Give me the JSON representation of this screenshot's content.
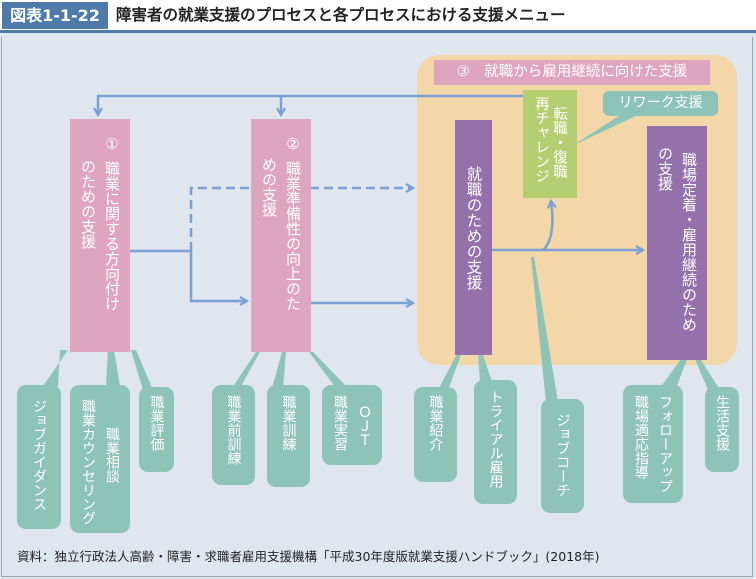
{
  "header": {
    "figure_label": "図表1-1-22",
    "title": "障害者の就業支援のプロセスと各プロセスにおける支援メニュー"
  },
  "colors": {
    "header_blue": "#4d7aa9",
    "background": "#dfe6ee",
    "pink": "#dea6be",
    "purple": "#9471ab",
    "green": "#b6ce72",
    "teal": "#8ec3b8",
    "orange_area": "#f3d7a8",
    "arrow_blue": "#7c9fd6"
  },
  "phase1": {
    "number": "①",
    "line1": "職業に関する方向付け",
    "line2": "のための支援"
  },
  "phase2": {
    "number": "②",
    "line1": "職業準備性の向上のた",
    "line2": "めの支援"
  },
  "phase3": {
    "header": "③　就職から雇用継続に向けた支援",
    "employment_support": "就職のための支援",
    "rechallenge": {
      "line1": "転職・復職",
      "line2": "再チャレンジ"
    },
    "rework_label": "リワーク支援",
    "retention": {
      "line1": "職場定着・雇用継続のため",
      "line2": "の支援"
    }
  },
  "menus": {
    "phase1": [
      {
        "lines": [
          "ジョブガイダンス"
        ]
      },
      {
        "lines": [
          "職業相談",
          "職業カウンセリング"
        ]
      },
      {
        "lines": [
          "職業評価"
        ]
      }
    ],
    "phase2": [
      {
        "lines": [
          "職業前訓練"
        ]
      },
      {
        "lines": [
          "職業訓練"
        ]
      },
      {
        "lines": [
          "ＯＪＴ",
          "職業実習"
        ]
      }
    ],
    "phase3": [
      {
        "lines": [
          "職業紹介"
        ]
      },
      {
        "lines": [
          "トライアル雇用"
        ]
      },
      {
        "lines": [
          "ジョブコーチ"
        ]
      },
      {
        "lines": [
          "フォローアップ",
          "職場適応指導"
        ]
      },
      {
        "lines": [
          "生活支援"
        ]
      }
    ]
  },
  "source": "資料：独立行政法人高齢・障害・求職者雇用支援機構「平成30年度版就業支援ハンドブック」(2018年)"
}
